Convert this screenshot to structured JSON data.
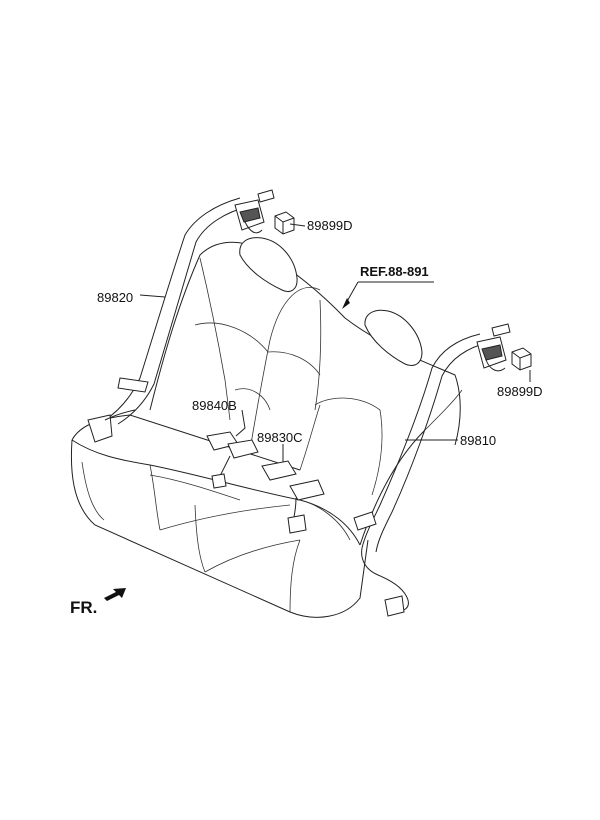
{
  "labels": {
    "p89820": "89820",
    "p89899d_top": "89899D",
    "p89899d_right": "89899D",
    "p89840b": "89840B",
    "p89830c": "89830C",
    "p89810": "89810",
    "ref": "REF.88-891",
    "front": "FR."
  },
  "colors": {
    "line": "#222222",
    "background": "#ffffff"
  }
}
